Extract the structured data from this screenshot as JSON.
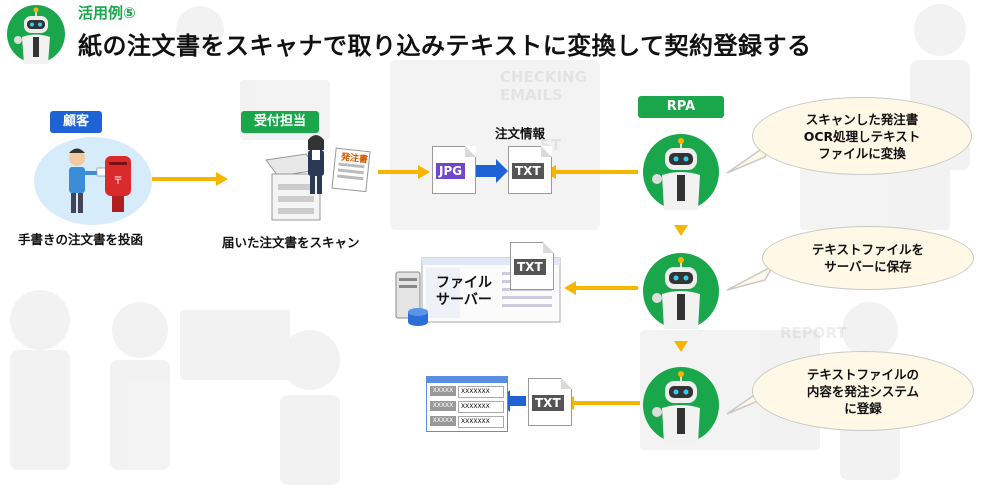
{
  "header": {
    "example_label": "活用例⑤",
    "title": "紙の注文書をスキャナで取り込みテキストに変換して契約登録する"
  },
  "tags": {
    "customer": "顧客",
    "staff": "受付担当",
    "rpa": "RPA"
  },
  "labels": {
    "customer_action": "手書きの注文書を投函",
    "staff_action": "届いた注文書をスキャン",
    "order_info": "注文情報",
    "server_folder_line1": "ファイル",
    "server_folder_line2": "サーバー"
  },
  "files": {
    "jpg": "JPG",
    "txt": "TXT",
    "order_form_stamp": "発注書",
    "entry_field": "XXXXXXX",
    "entry_label": "XXXXX"
  },
  "bubbles": {
    "step1": [
      "スキャンした発注書",
      "OCR処理しテキスト",
      "ファイルに変換"
    ],
    "step2": [
      "テキストファイルを",
      "サーバーに保存"
    ],
    "step3": [
      "テキストファイルの",
      "内容を発注システム",
      "に登録"
    ]
  },
  "background_words": [
    "CHECKING",
    "EMAILS",
    "ST",
    "REPORT"
  ],
  "colors": {
    "accent_green": "#1aa64a",
    "accent_blue": "#1f62d6",
    "arrow_yellow": "#f7b500",
    "bubble_fill": "#fff8e6"
  }
}
